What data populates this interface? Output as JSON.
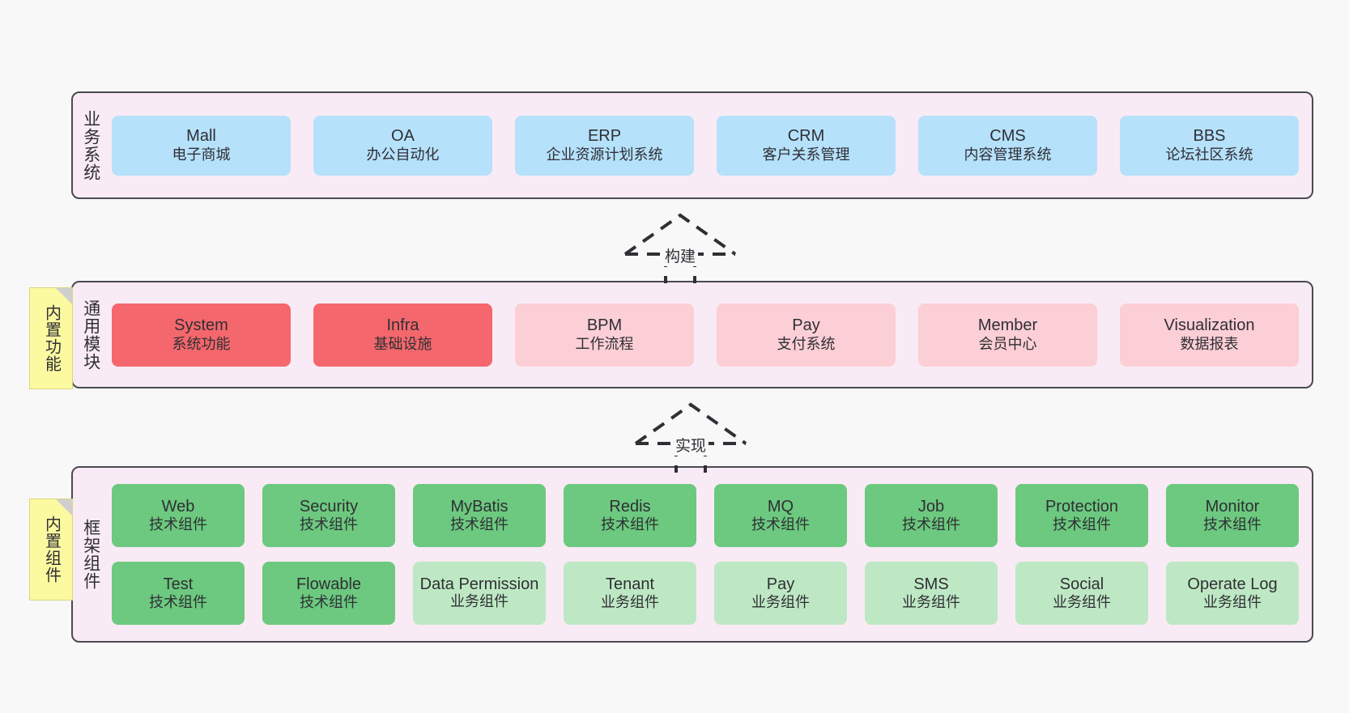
{
  "diagram": {
    "title": "",
    "colors": {
      "background": "#f8f8f8",
      "tier_fill": "#f9ebf5",
      "tier_border": "#4a4a52",
      "blue": "#b6e1fb",
      "red": "#f4676c",
      "pink": "#fbcfd5",
      "green": "#6cc97f",
      "light_green": "#bee8c4",
      "note_yellow": "#fcfaa0"
    }
  },
  "tiers": [
    {
      "id": "business-systems",
      "label": "业务系统",
      "rows": [
        {
          "nodes": [
            {
              "name": "Mall",
              "sub": "电子商城",
              "color": "blue"
            },
            {
              "name": "OA",
              "sub": "办公自动化",
              "color": "blue"
            },
            {
              "name": "ERP",
              "sub": "企业资源计划系统",
              "color": "blue"
            },
            {
              "name": "CRM",
              "sub": "客户关系管理",
              "color": "blue"
            },
            {
              "name": "CMS",
              "sub": "内容管理系统",
              "color": "blue"
            },
            {
              "name": "BBS",
              "sub": "论坛社区系统",
              "color": "blue"
            }
          ]
        }
      ]
    },
    {
      "id": "common-modules",
      "label": "通用模块",
      "note": "内置功能",
      "rows": [
        {
          "nodes": [
            {
              "name": "System",
              "sub": "系统功能",
              "color": "red"
            },
            {
              "name": "Infra",
              "sub": "基础设施",
              "color": "red"
            },
            {
              "name": "BPM",
              "sub": "工作流程",
              "color": "pink"
            },
            {
              "name": "Pay",
              "sub": "支付系统",
              "color": "pink"
            },
            {
              "name": "Member",
              "sub": "会员中心",
              "color": "pink"
            },
            {
              "name": "Visualization",
              "sub": "数据报表",
              "color": "pink"
            }
          ]
        }
      ]
    },
    {
      "id": "framework-components",
      "label": "框架组件",
      "note": "内置组件",
      "rows": [
        {
          "nodes": [
            {
              "name": "Web",
              "sub": "技术组件",
              "color": "green"
            },
            {
              "name": "Security",
              "sub": "技术组件",
              "color": "green"
            },
            {
              "name": "MyBatis",
              "sub": "技术组件",
              "color": "green"
            },
            {
              "name": "Redis",
              "sub": "技术组件",
              "color": "green"
            },
            {
              "name": "MQ",
              "sub": "技术组件",
              "color": "green"
            },
            {
              "name": "Job",
              "sub": "技术组件",
              "color": "green"
            },
            {
              "name": "Protection",
              "sub": "技术组件",
              "color": "green"
            },
            {
              "name": "Monitor",
              "sub": "技术组件",
              "color": "green"
            }
          ]
        },
        {
          "nodes": [
            {
              "name": "Test",
              "sub": "技术组件",
              "color": "green"
            },
            {
              "name": "Flowable",
              "sub": "技术组件",
              "color": "green"
            },
            {
              "name": "Data Permission",
              "sub": "业务组件",
              "color": "light_green"
            },
            {
              "name": "Tenant",
              "sub": "业务组件",
              "color": "light_green"
            },
            {
              "name": "Pay",
              "sub": "业务组件",
              "color": "light_green"
            },
            {
              "name": "SMS",
              "sub": "业务组件",
              "color": "light_green"
            },
            {
              "name": "Social",
              "sub": "业务组件",
              "color": "light_green"
            },
            {
              "name": "Operate Log",
              "sub": "业务组件",
              "color": "light_green"
            }
          ]
        }
      ]
    }
  ],
  "connectors": [
    {
      "id": "build",
      "label": "构建",
      "from": "common-modules",
      "to": "business-systems"
    },
    {
      "id": "implement",
      "label": "实现",
      "from": "framework-components",
      "to": "common-modules"
    }
  ]
}
